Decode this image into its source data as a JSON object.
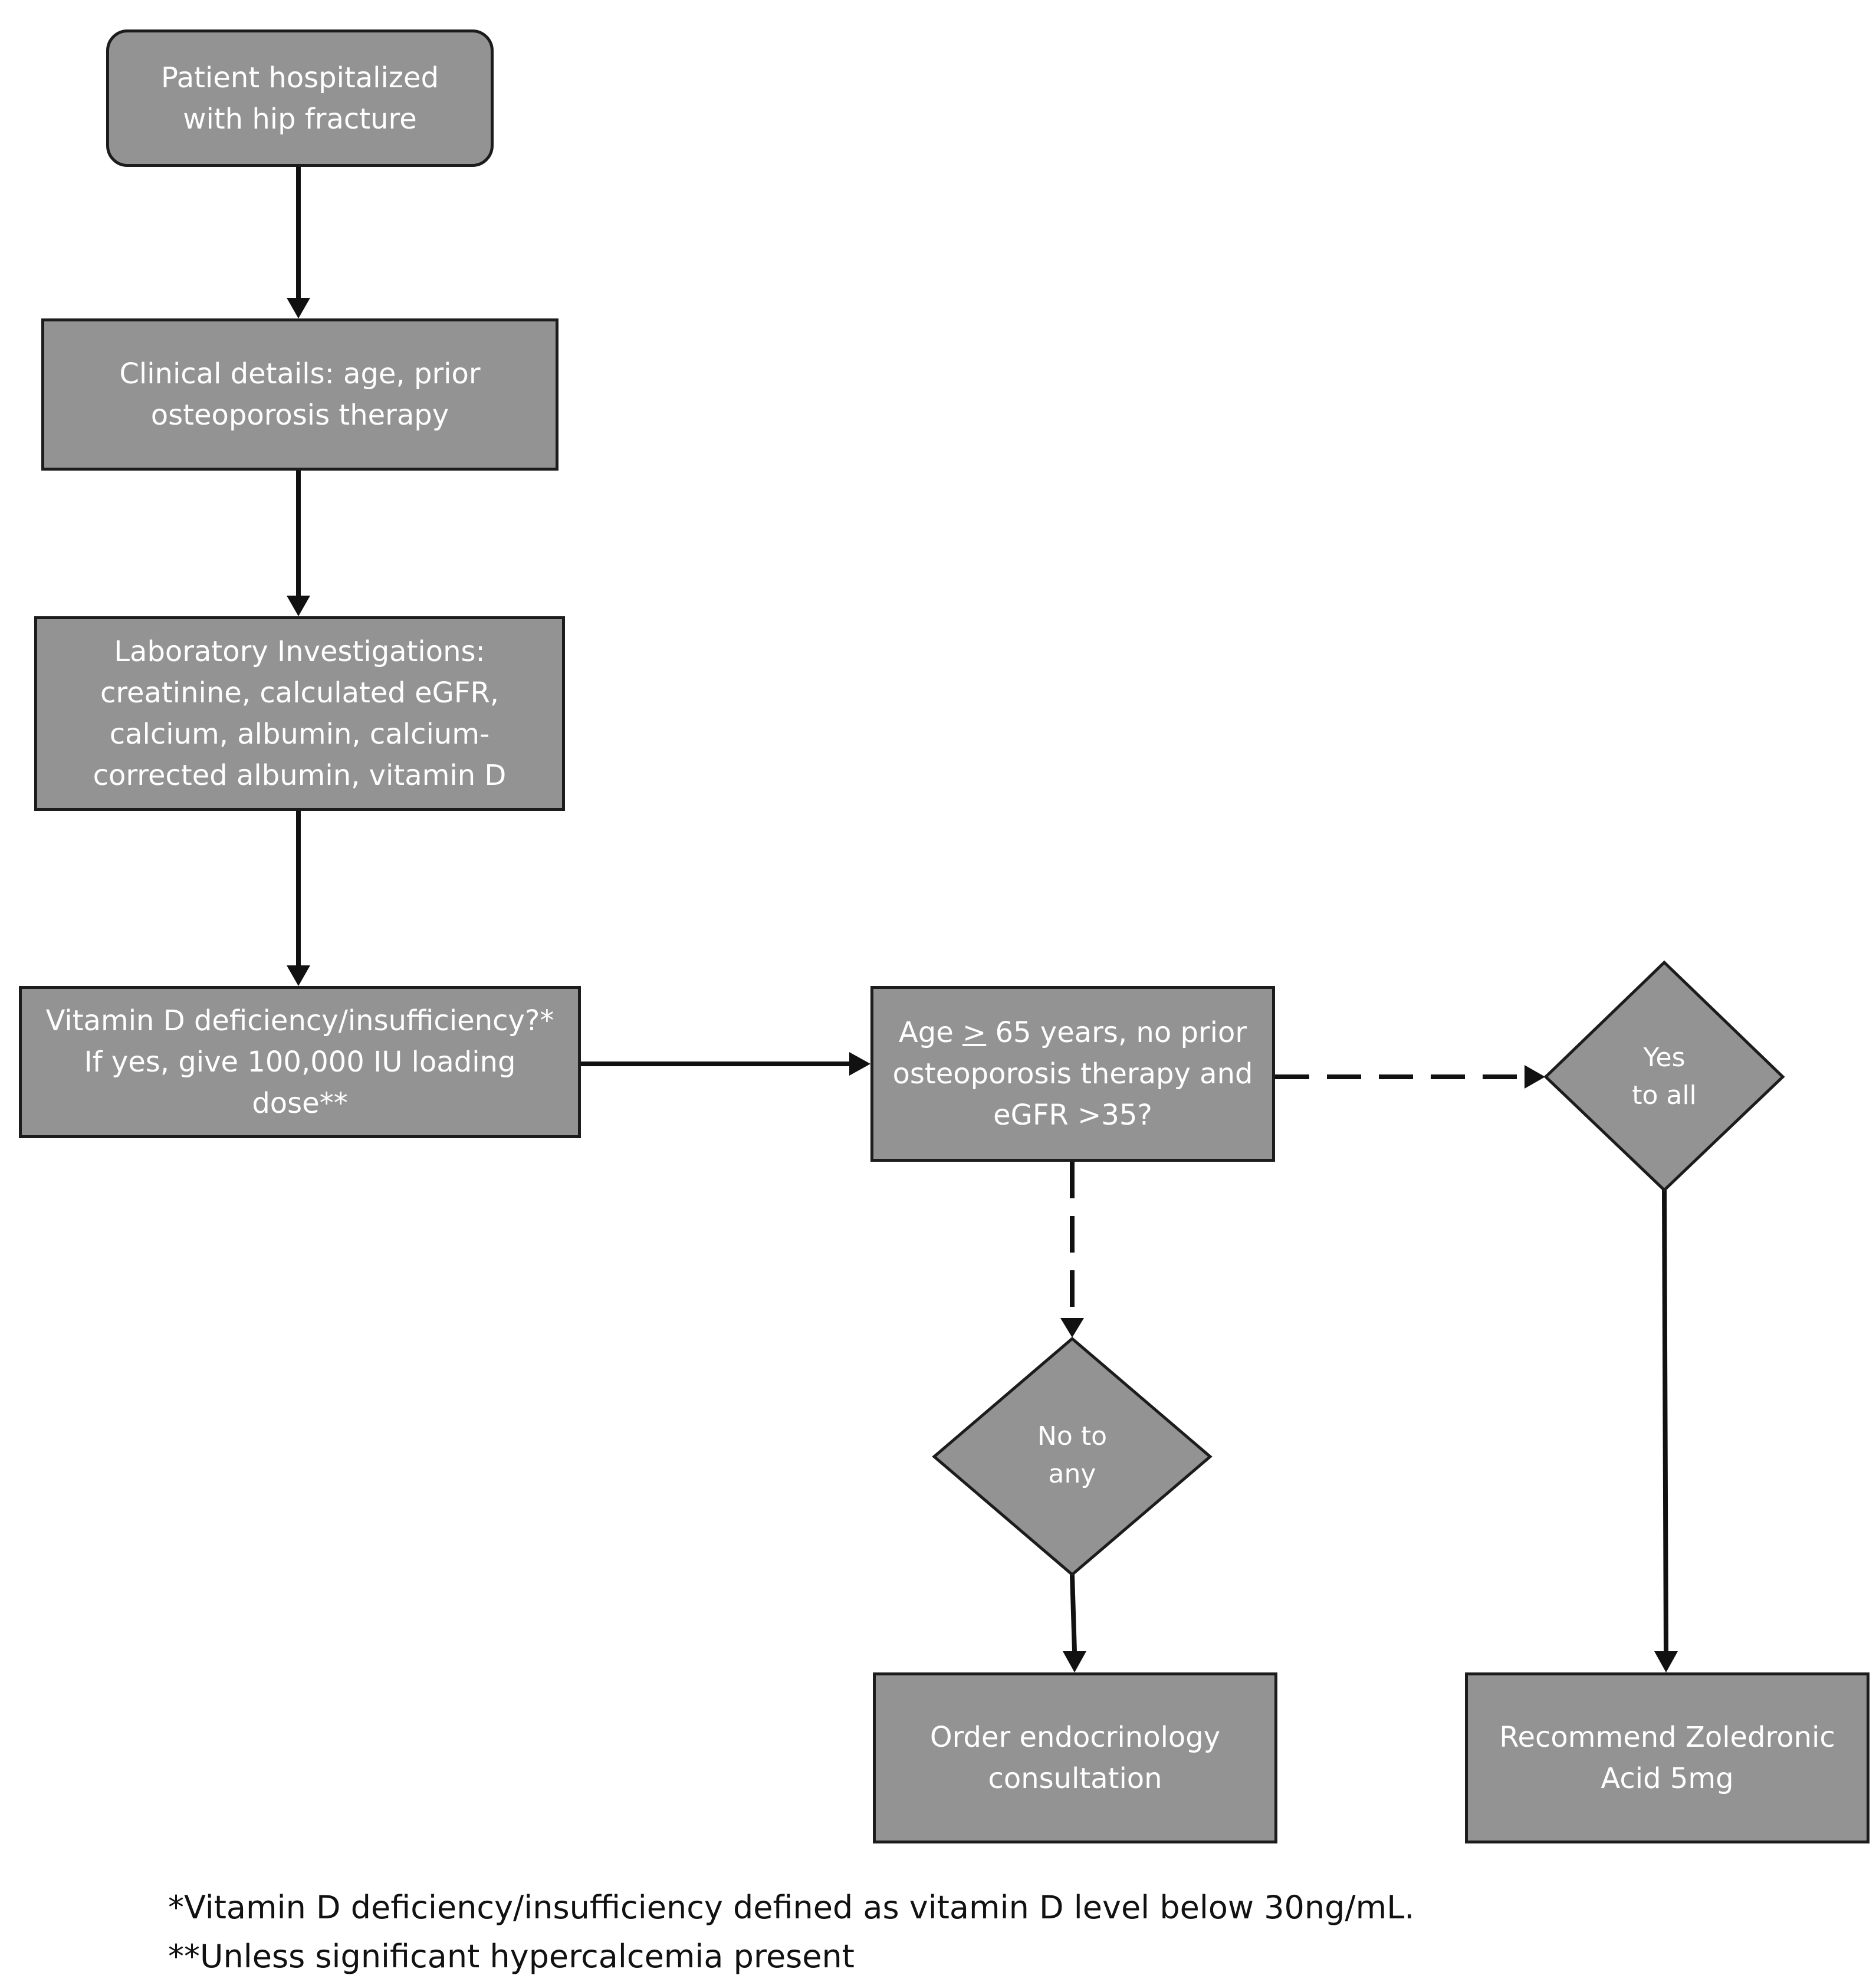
{
  "nodes": {
    "patient": {
      "lines": [
        "Patient hospitalized",
        "with hip fracture"
      ]
    },
    "clinical": {
      "lines": [
        "Clinical details: age, prior",
        "osteoporosis therapy"
      ]
    },
    "labs": {
      "lines": [
        "Laboratory Investigations:",
        "creatinine, calculated eGFR,",
        "calcium, albumin, calcium-",
        "corrected albumin, vitamin D"
      ]
    },
    "vitd": {
      "lines": [
        "Vitamin D deficiency/insufficiency?*",
        "If yes, give 100,000 IU loading",
        "dose**"
      ]
    },
    "criteria": {
      "line1_pre": "Age ",
      "line1_sym": ">",
      "line1_post": " 65 years,  no prior",
      "line2": "osteoporosis therapy and",
      "line3": "eGFR >35?"
    },
    "yes_all": {
      "lines": [
        "Yes",
        "to all"
      ]
    },
    "no_any": {
      "lines": [
        "No to",
        "any"
      ]
    },
    "endo": {
      "lines": [
        "Order endocrinology",
        "consultation"
      ]
    },
    "zoledronic": {
      "lines": [
        "Recommend Zoledronic",
        "Acid 5mg"
      ]
    }
  },
  "footnotes": [
    "*Vitamin D deficiency/insufficiency defined as vitamin D level below 30ng/mL.",
    "**Unless significant hypercalcemia present"
  ],
  "colors": {
    "box_fill": "#939393",
    "border": "#1c1c1c",
    "text": "#ffffff",
    "arrow": "#111111"
  }
}
